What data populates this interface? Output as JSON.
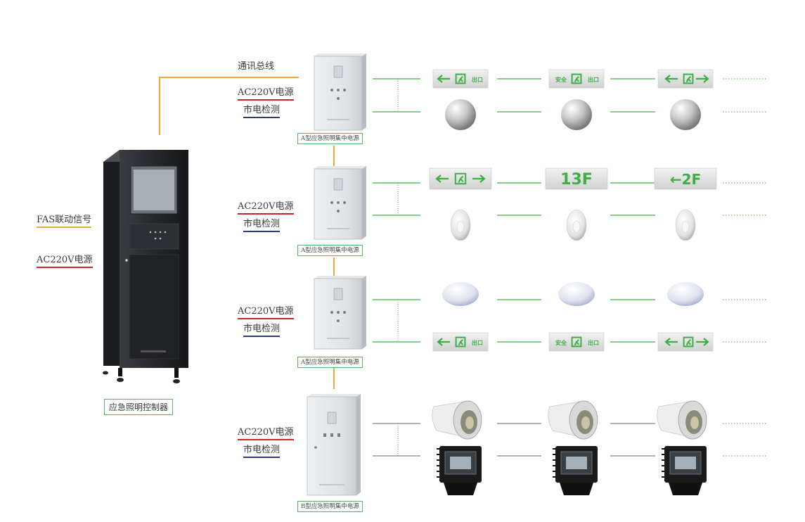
{
  "controller": {
    "caption": "应急照明控制器",
    "input_fas": "FAS联动信号",
    "input_ac": "AC220V电源"
  },
  "bus_label": "通讯总线",
  "power_units": [
    {
      "id": "a1",
      "caption": "A型应急照明集中电源",
      "ac_label": "AC220V电源",
      "mains_label": "市电检测"
    },
    {
      "id": "a2",
      "caption": "A型应急照明集中电源",
      "ac_label": "AC220V电源",
      "mains_label": "市电检测"
    },
    {
      "id": "a3",
      "caption": "A型应急照明集中电源",
      "ac_label": "AC220V电源",
      "mains_label": "市电检测"
    },
    {
      "id": "b1",
      "caption": "B型应急照明集中电源",
      "ac_label": "AC220V电源",
      "mains_label": "市电检测"
    }
  ],
  "sign_texts": {
    "floor_13": "13F",
    "floor_2": "←2F",
    "exit_cn": "出口",
    "safe_exit_cn": "安全出口"
  },
  "colors": {
    "bus_line": "#e9a83c",
    "ac_underline": "#c8262b",
    "mains_underline": "#2c3a78",
    "circuit_green": "#5fbf5f",
    "circuit_gray": "#9a9a9a",
    "sign_green": "#3fae49"
  },
  "fixture_rows": [
    {
      "row": 1,
      "fixtures": [
        "exit-sign-left-icon",
        "exit-sign-safe-icon",
        "exit-sign-arrow-icon"
      ]
    },
    {
      "row": 2,
      "fixtures": [
        "round-lamp-icon",
        "round-lamp-icon",
        "round-lamp-icon"
      ]
    },
    {
      "row": 3,
      "fixtures": [
        "exit-sign-double-icon",
        "floor-sign-13f-icon",
        "floor-sign-2f-icon"
      ]
    },
    {
      "row": 4,
      "fixtures": [
        "oval-lamp-icon",
        "oval-lamp-icon",
        "oval-lamp-icon"
      ]
    },
    {
      "row": 5,
      "fixtures": [
        "ceiling-lamp-icon",
        "ceiling-lamp-icon",
        "ceiling-lamp-icon"
      ]
    },
    {
      "row": 6,
      "fixtures": [
        "exit-sign-left-icon",
        "exit-sign-safe-icon",
        "exit-sign-arrow-icon"
      ]
    },
    {
      "row": 7,
      "fixtures": [
        "spotlight-icon",
        "spotlight-icon",
        "spotlight-icon"
      ]
    },
    {
      "row": 8,
      "fixtures": [
        "floodlight-icon",
        "floodlight-icon",
        "floodlight-icon"
      ]
    }
  ]
}
